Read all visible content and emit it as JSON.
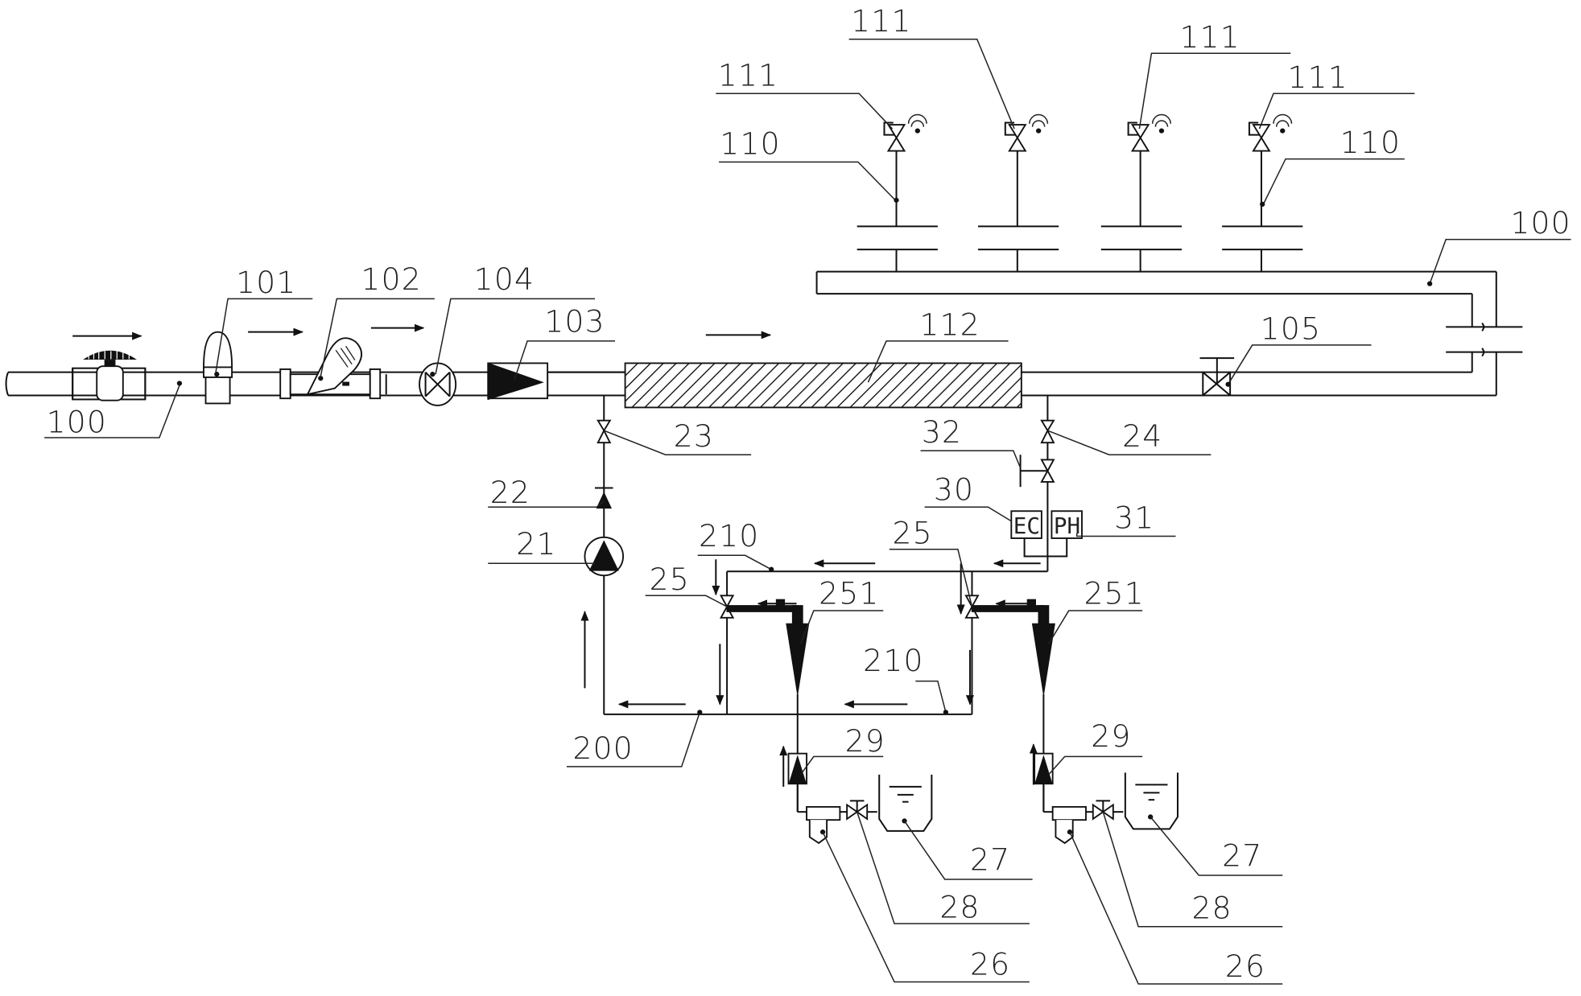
{
  "title": "Irrigation and fertigation piping system schematic",
  "colors": {
    "line": "#111111",
    "background": "#ffffff",
    "hatch": "#111111"
  },
  "labels": {
    "main_pipe_left": "100",
    "main_pipe_top": "100",
    "air_valve": "101",
    "filter": "102",
    "venturi": "103",
    "flow_meter": "104",
    "gate_valve": "105",
    "branch_pipe_left": "110",
    "branch_pipe_right": "110",
    "solenoid_1": "111",
    "solenoid_2": "111",
    "solenoid_3": "111",
    "solenoid_4": "111",
    "hatched_section": "112",
    "pump": "21",
    "check_valve": "22",
    "valve_23": "23",
    "valve_24": "24",
    "injector_left": "25",
    "injector_right": "25",
    "injector_line_left": "251",
    "injector_line_right": "251",
    "bypass_loop": "200",
    "loop_top": "210",
    "loop_bottom": "210",
    "ec_sensor": "30",
    "ph_sensor": "31",
    "sample_valve": "32",
    "filter_26_left": "26",
    "filter_26_right": "26",
    "tank_left": "27",
    "tank_right": "27",
    "valve_28_left": "28",
    "valve_28_right": "28",
    "flowmeter_29_left": "29",
    "flowmeter_29_right": "29"
  },
  "sensor_text": {
    "ec": "EC",
    "ph": "PH"
  },
  "icons": [
    "flow-arrow",
    "ball-valve",
    "air-release-valve",
    "y-filter",
    "flow-meter",
    "venturi-injector",
    "solenoid-valve",
    "wireless-signal",
    "pump",
    "check-valve",
    "tank",
    "gate-valve"
  ]
}
